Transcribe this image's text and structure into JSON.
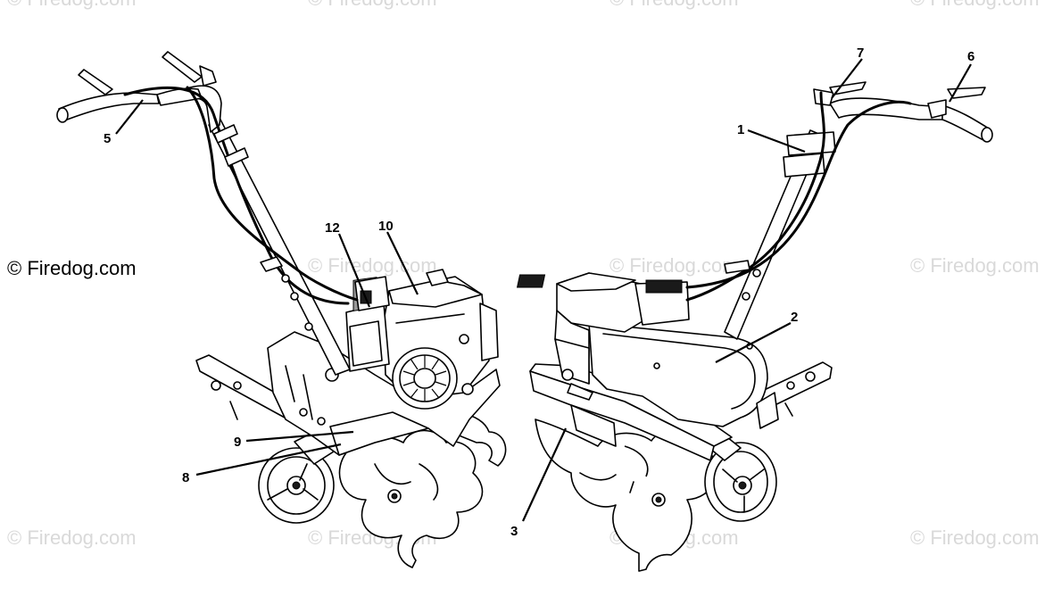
{
  "watermark": {
    "text": "© Firedog.com",
    "positions_label": "repeated watermark"
  },
  "copyright_notice": "© Firedog.com",
  "callouts": [
    {
      "id": "1",
      "label": "1"
    },
    {
      "id": "2",
      "label": "2"
    },
    {
      "id": "3",
      "label": "3"
    },
    {
      "id": "5",
      "label": "5"
    },
    {
      "id": "6",
      "label": "6"
    },
    {
      "id": "7",
      "label": "7"
    },
    {
      "id": "8",
      "label": "8"
    },
    {
      "id": "9",
      "label": "9"
    },
    {
      "id": "10",
      "label": "10"
    },
    {
      "id": "12",
      "label": "12"
    }
  ],
  "colors": {
    "line": "#000000",
    "watermark": "#d9d9d9",
    "background": "#ffffff"
  }
}
